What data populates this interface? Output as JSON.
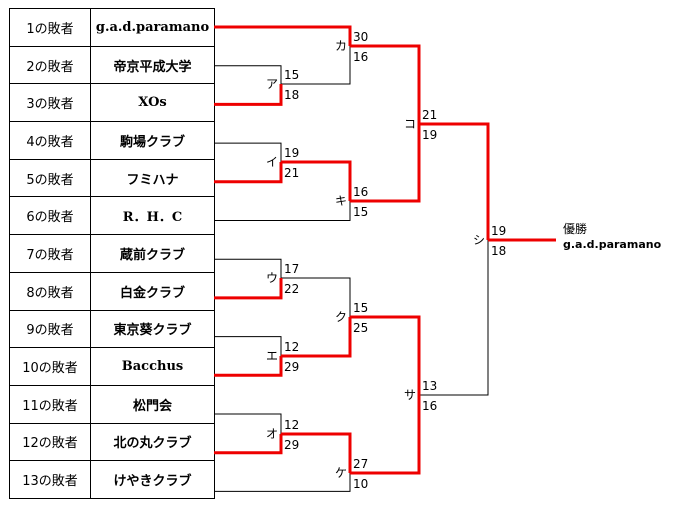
{
  "seeds": [
    {
      "slot": "1の敗者",
      "team": "g.a.d.paramano"
    },
    {
      "slot": "2の敗者",
      "team": "帝京平成大学"
    },
    {
      "slot": "3の敗者",
      "team": "XOs"
    },
    {
      "slot": "4の敗者",
      "team": "駒場クラブ"
    },
    {
      "slot": "5の敗者",
      "team": "フミハナ"
    },
    {
      "slot": "6の敗者",
      "team": "R．H．C"
    },
    {
      "slot": "7の敗者",
      "team": "蔵前クラブ"
    },
    {
      "slot": "8の敗者",
      "team": "白金クラブ"
    },
    {
      "slot": "9の敗者",
      "team": "東京葵クラブ"
    },
    {
      "slot": "10の敗者",
      "team": "Bacchus"
    },
    {
      "slot": "11の敗者",
      "team": "松門会"
    },
    {
      "slot": "12の敗者",
      "team": "北の丸クラブ"
    },
    {
      "slot": "13の敗者",
      "team": "けやきクラブ"
    }
  ],
  "matches": {
    "a": {
      "label": "ア",
      "top_score": "15",
      "bottom_score": "18"
    },
    "i": {
      "label": "イ",
      "top_score": "19",
      "bottom_score": "21"
    },
    "u": {
      "label": "ウ",
      "top_score": "17",
      "bottom_score": "22"
    },
    "e": {
      "label": "エ",
      "top_score": "12",
      "bottom_score": "29"
    },
    "o": {
      "label": "オ",
      "top_score": "12",
      "bottom_score": "29"
    },
    "ka": {
      "label": "カ",
      "top_score": "30",
      "bottom_score": "16"
    },
    "ki": {
      "label": "キ",
      "top_score": "16",
      "bottom_score": "15"
    },
    "ku": {
      "label": "ク",
      "top_score": "15",
      "bottom_score": "25"
    },
    "ke": {
      "label": "ケ",
      "top_score": "27",
      "bottom_score": "10"
    },
    "ko": {
      "label": "コ",
      "top_score": "21",
      "bottom_score": "19"
    },
    "sa": {
      "label": "サ",
      "top_score": "13",
      "bottom_score": "16"
    },
    "shi": {
      "label": "シ",
      "top_score": "19",
      "bottom_score": "18"
    }
  },
  "champion": {
    "title": "優勝",
    "team": "g.a.d.paramano"
  },
  "colors": {
    "winner_line": "#ee0000",
    "loser_line": "#000000"
  }
}
